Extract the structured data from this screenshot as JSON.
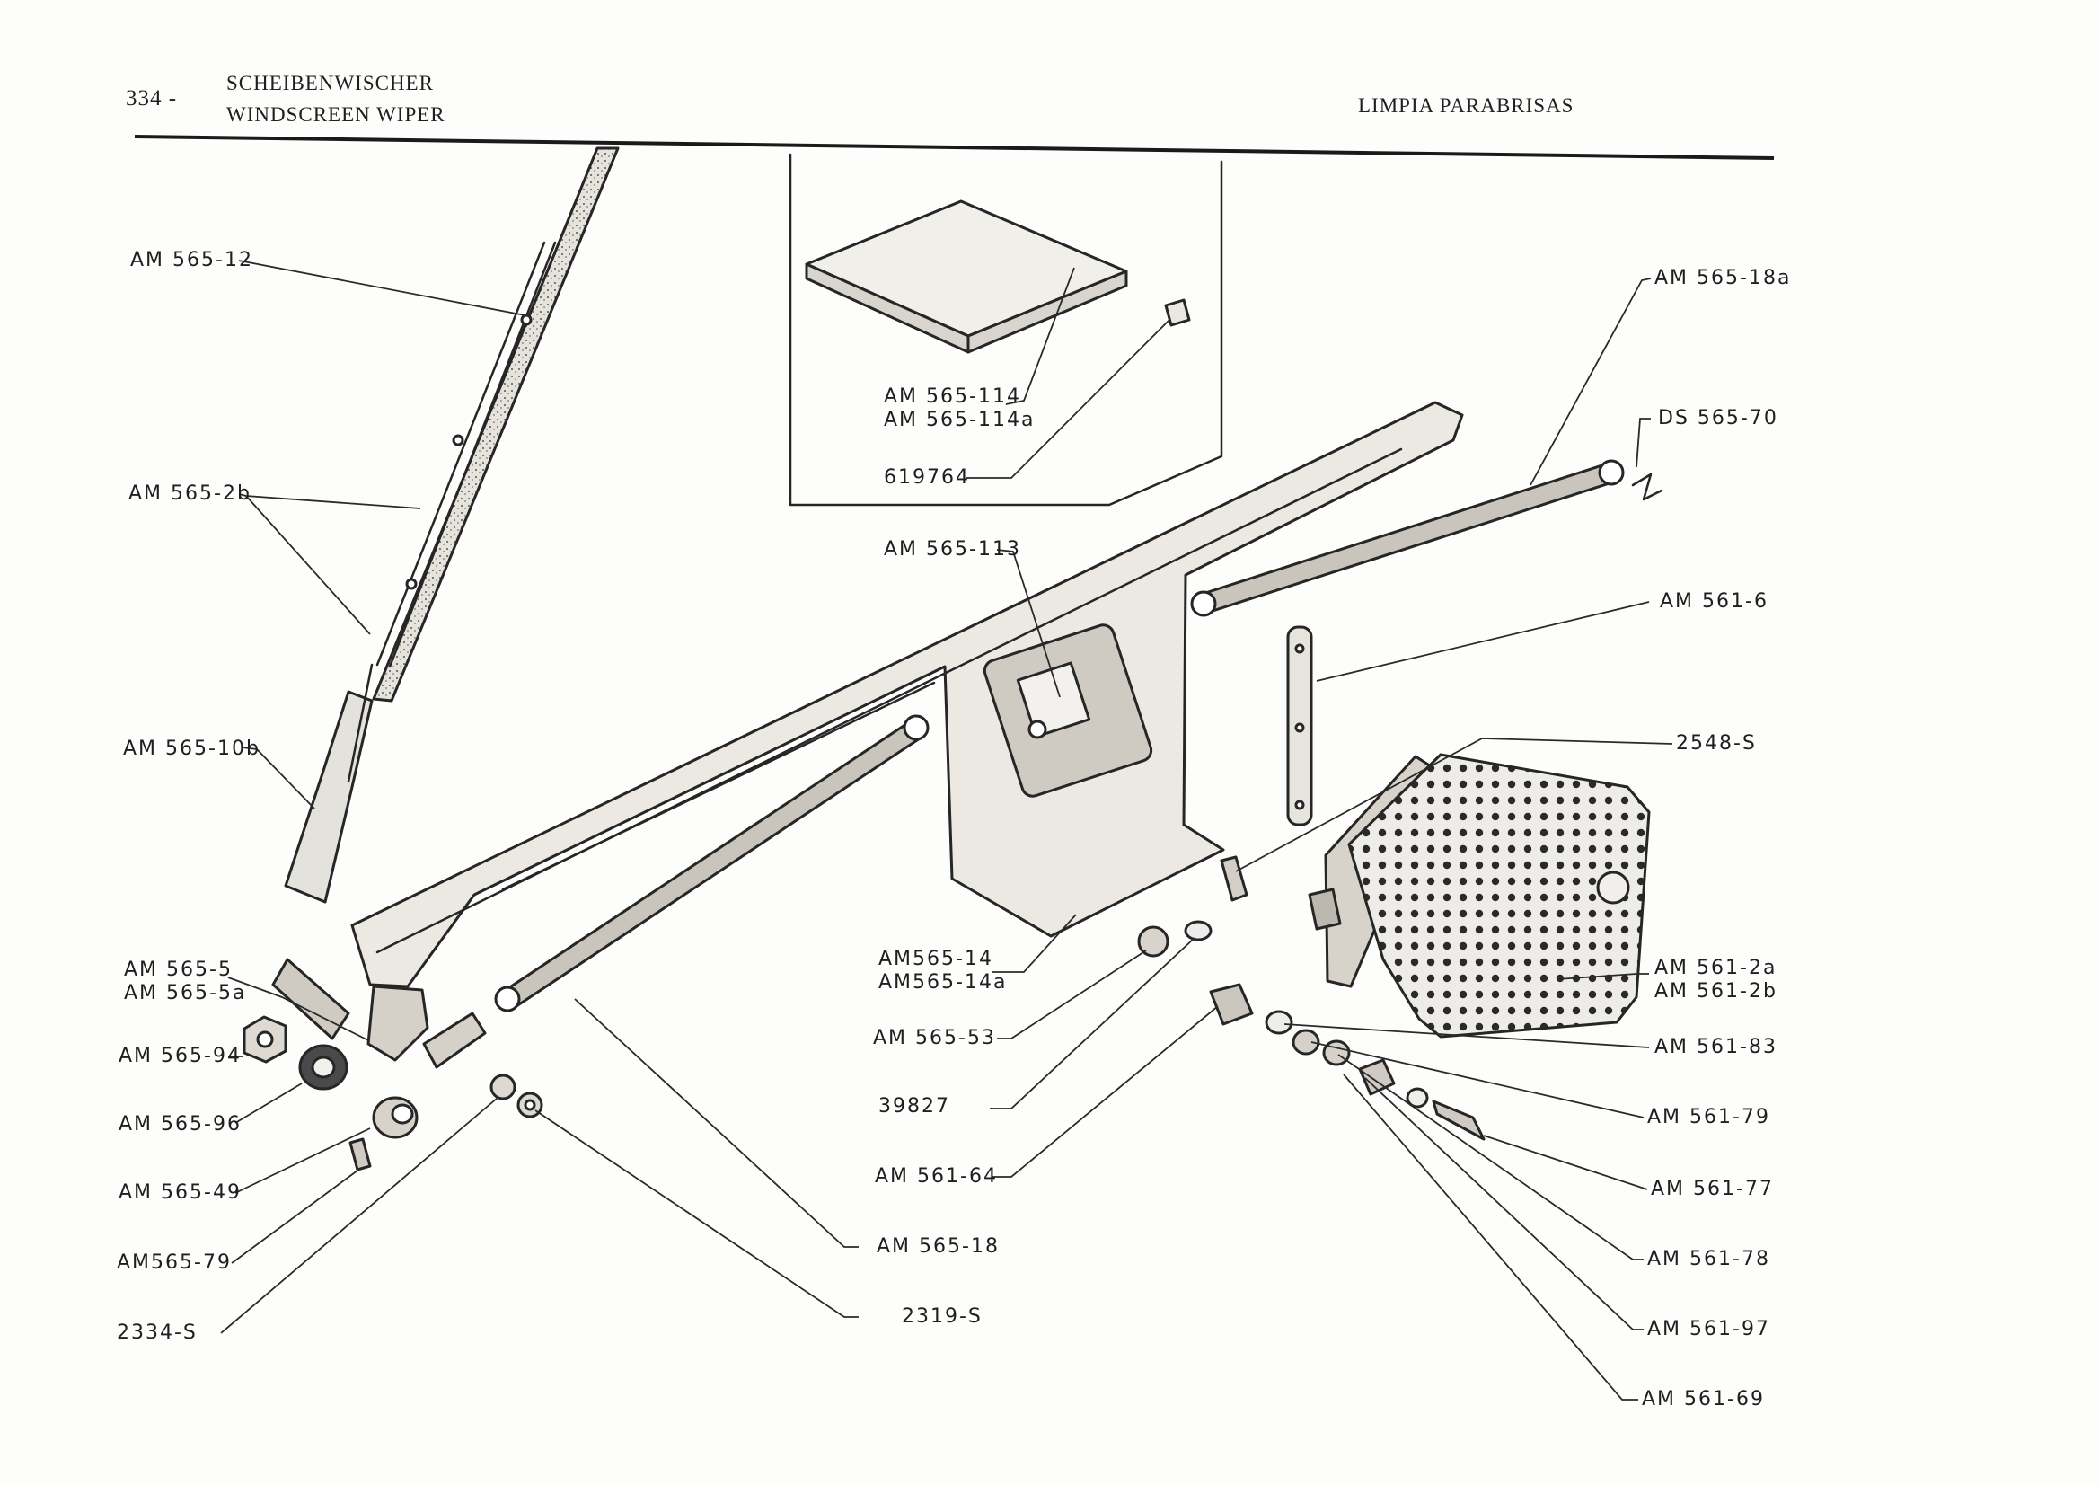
{
  "header": {
    "page_number": "334 -",
    "title_de": "SCHEIBENWISCHER",
    "title_en": "WINDSCREEN WIPER",
    "title_es": "LIMPIA PARABRISAS"
  },
  "parts": {
    "am565_12": "AM 565-12",
    "am565_2b": "AM 565-2b",
    "am565_10b": "AM 565-10b",
    "am565_5": "AM 565-5",
    "am565_5a": "AM 565-5a",
    "am565_94": "AM 565-94",
    "am565_96": "AM 565-96",
    "am565_49": "AM 565-49",
    "am565_79": "AM565-79",
    "p2334s": "2334-S",
    "am565_114": "AM 565-114",
    "am565_114a": "AM 565-114a",
    "p619764": "619764",
    "am565_113": "AM 565-113",
    "am565_14": "AM565-14",
    "am565_14a": "AM565-14a",
    "am565_53": "AM 565-53",
    "p39827": "39827",
    "am561_64": "AM 561-64",
    "am565_18": "AM 565-18",
    "p2319s": "2319-S",
    "am565_18a": "AM 565-18a",
    "ds565_70": "DS 565-70",
    "am561_6": "AM 561-6",
    "p2548s": "2548-S",
    "am561_2a": "AM 561-2a",
    "am561_2b": "AM 561-2b",
    "am561_83": "AM 561-83",
    "am561_79": "AM 561-79",
    "am561_77": "AM 561-77",
    "am561_78": "AM 561-78",
    "am561_97": "AM 561-97",
    "am561_69": "AM 561-69"
  },
  "colors": {
    "ink": "#262626",
    "paper": "#fdfdfc",
    "metal": "#e7e5e0",
    "metal_dark": "#bdb9b1"
  }
}
